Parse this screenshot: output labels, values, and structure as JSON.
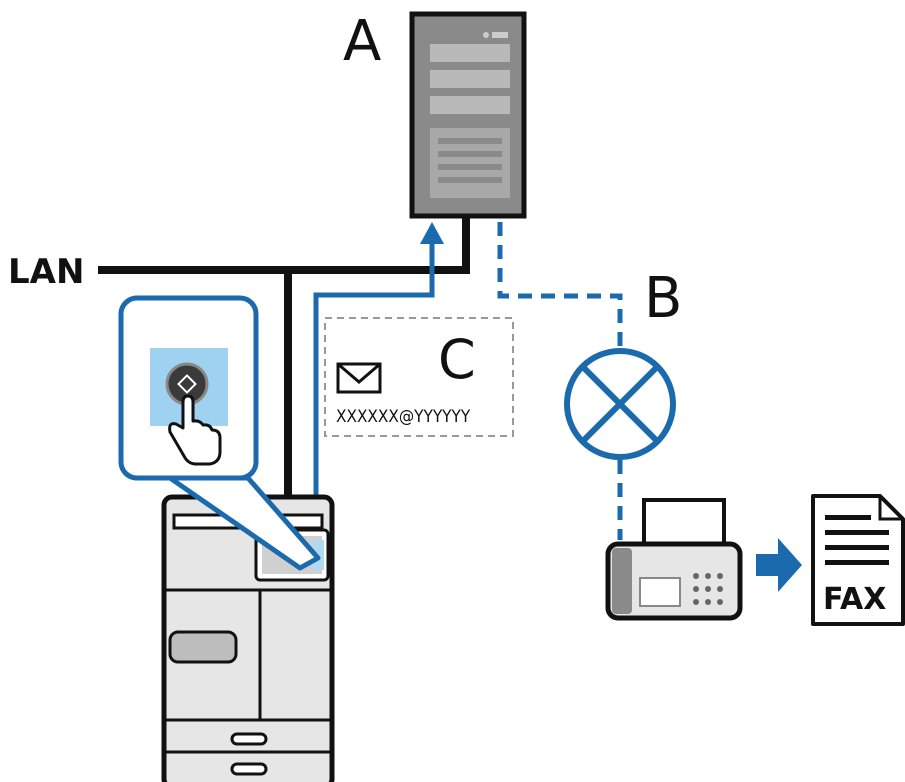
{
  "labels": {
    "lan": "LAN",
    "server": "A",
    "phone_line": "B",
    "email": "C",
    "email_address": "XXXXXX@YYYYYY",
    "fax_document": "FAX"
  },
  "icons": [
    "server-icon",
    "printer-icon",
    "fax-machine-icon",
    "fax-document-icon",
    "envelope-icon",
    "touch-hand-icon",
    "start-button-icon",
    "exchange-icon",
    "arrow-right-icon"
  ],
  "colors": {
    "line": "#111111",
    "accent": "#1a6aad",
    "server_gray": "#8a8a8a",
    "body_gray": "#e6e6e6"
  }
}
